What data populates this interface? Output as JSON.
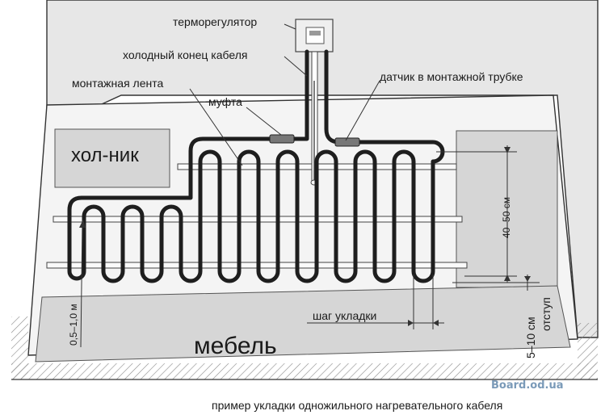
{
  "labels": {
    "thermostat": "терморегулятор",
    "cold_end": "холодный конец кабеля",
    "mounting_tape": "монтажная лента",
    "coupling": "муфта",
    "sensor": "датчик в монтажной трубке",
    "fridge": "хол-ник",
    "furniture": "мебель",
    "step": "шаг укладки",
    "indent": "отступ",
    "dim_40_50": "40–50 см",
    "dim_5_10": "5–10 см",
    "dim_0_5_1": "0,5–1,0 м"
  },
  "caption": "пример укладки одножильного нагревательного кабеля",
  "watermark": "Board.od.ua",
  "colors": {
    "wall": "#e7e7e7",
    "floor": "#f4f4f4",
    "furniture_fill": "#d6d6d6",
    "cable": "#1e1e1e",
    "tape": "#fafafa"
  }
}
